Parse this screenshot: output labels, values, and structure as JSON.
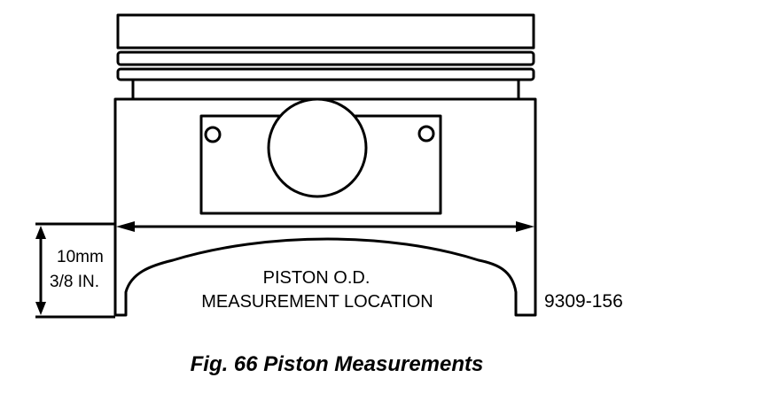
{
  "figure": {
    "caption": "Fig. 66 Piston Measurements",
    "dimension_mm": "10mm",
    "dimension_in": "3/8 IN.",
    "location_line1": "PISTON O.D.",
    "location_line2": "MEASUREMENT LOCATION",
    "figure_code": "9309-156"
  }
}
